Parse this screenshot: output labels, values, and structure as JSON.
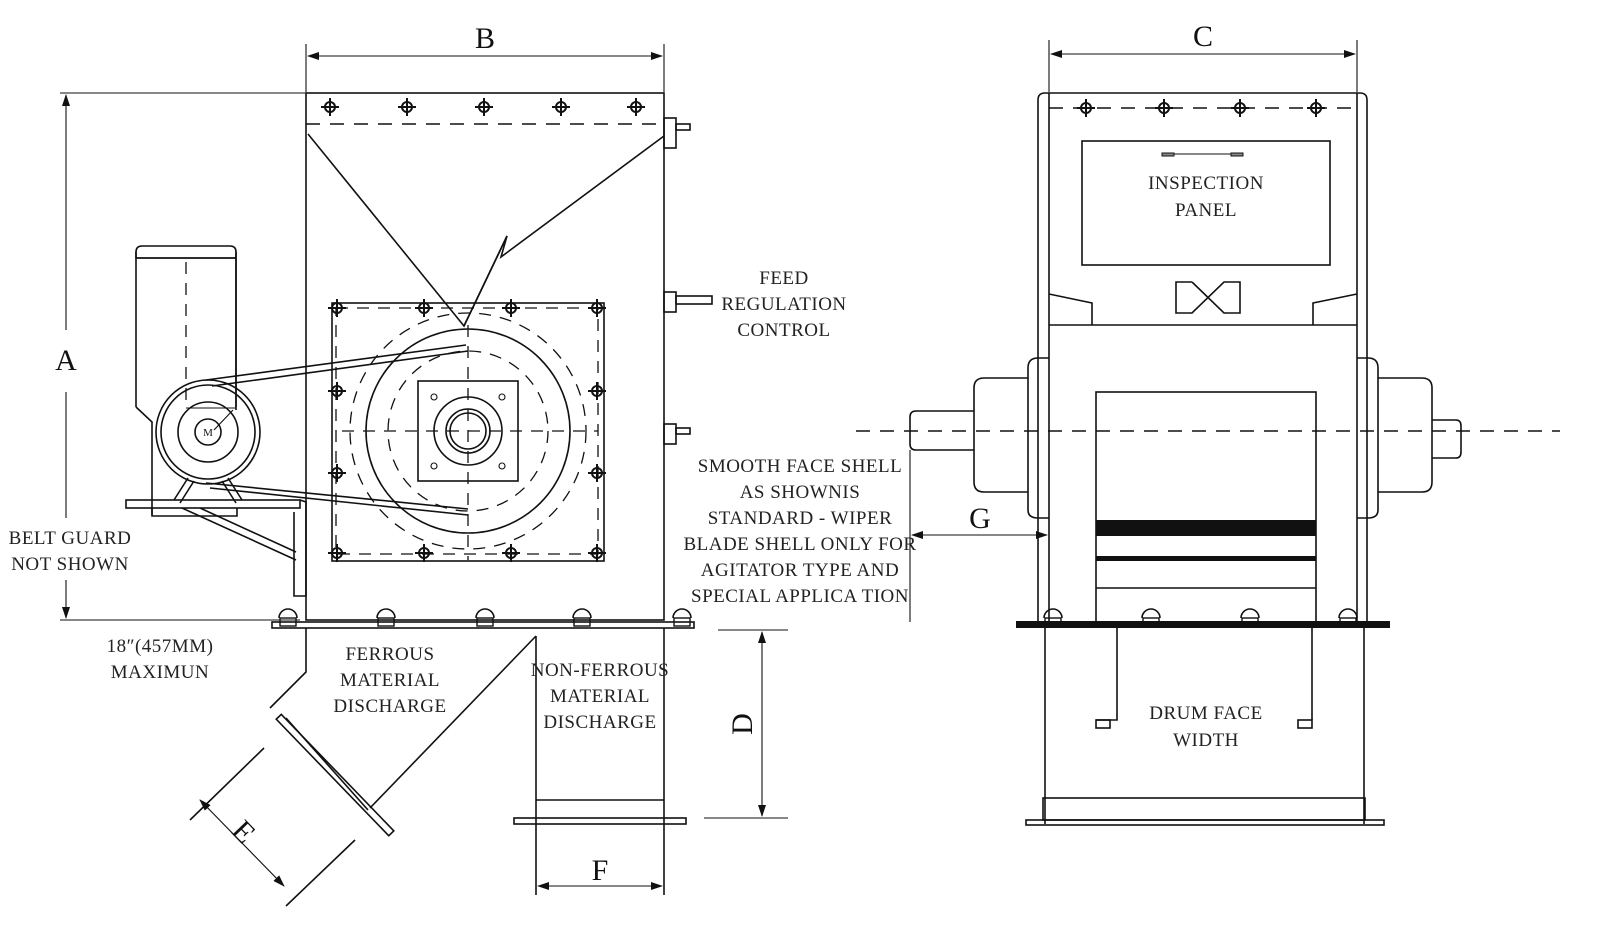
{
  "drawing": {
    "title": "Drum Magnetic Separator - General Arrangement",
    "views": [
      "side-view",
      "front-view"
    ]
  },
  "dimensions": {
    "a": "A",
    "b": "B",
    "c": "C",
    "d": "D",
    "e": "E",
    "f": "F",
    "g": "G"
  },
  "motor": {
    "symbol": "M"
  },
  "labels": {
    "belt_guard": [
      "BELT GUARD",
      "NOT SHOWN"
    ],
    "max_clearance": [
      "18″(457MM)",
      "MAXIMUN"
    ],
    "feed_regulation": [
      "FEED",
      "REGULATION",
      "CONTROL"
    ],
    "shell_note": [
      "SMOOTH FACE SHELL",
      "AS SHOWNIS",
      "STANDARD - WIPER",
      "BLADE SHELL ONLY FOR",
      "AGITATOR TYPE AND",
      "SPECIAL APPLICA TION"
    ],
    "ferrous_discharge": [
      "FERROUS",
      "MATERIAL",
      "DISCHARGE"
    ],
    "non_ferrous_discharge": [
      "NON-FERROUS",
      "MATERIAL",
      "DISCHARGE"
    ],
    "inspection_panel": [
      "INSPECTION",
      "PANEL"
    ],
    "drum_face_width": [
      "DRUM FACE",
      "WIDTH"
    ]
  }
}
